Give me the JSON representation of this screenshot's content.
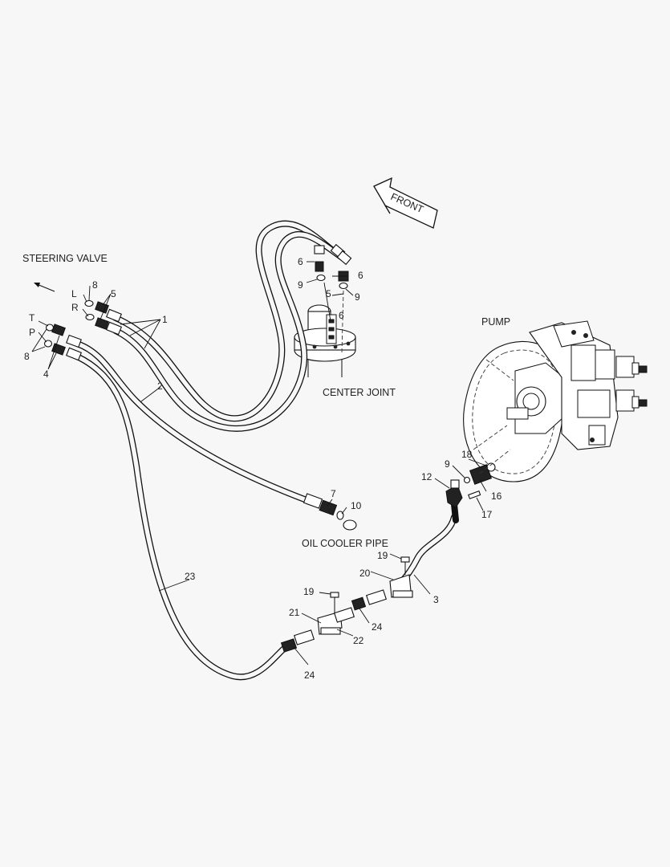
{
  "captions": {
    "steering_valve": "STEERING VALVE",
    "center_joint": "CENTER JOINT",
    "pump": "PUMP",
    "oil_cooler_pipe": "OIL COOLER PIPE",
    "front": "FRONT"
  },
  "port_letters": {
    "L": "L",
    "R": "R",
    "T": "T",
    "P": "P"
  },
  "callouts": {
    "c1": "1",
    "c2": "2",
    "c3": "3",
    "c4": "4",
    "c5_left": "5",
    "c5_center": "5",
    "c6_left": "6",
    "c6_right": "6",
    "c6_mid": "6",
    "c7": "7",
    "c8_top": "8",
    "c8_bottom": "8",
    "c9_left": "9",
    "c9_right": "9",
    "c9_pump": "9",
    "c10": "10",
    "c12": "12",
    "c16": "16",
    "c17": "17",
    "c18": "18",
    "c19_upper": "19",
    "c19_lower": "19",
    "c20": "20",
    "c21": "21",
    "c22": "22",
    "c23": "23",
    "c24_right": "24",
    "c24_lower": "24"
  }
}
